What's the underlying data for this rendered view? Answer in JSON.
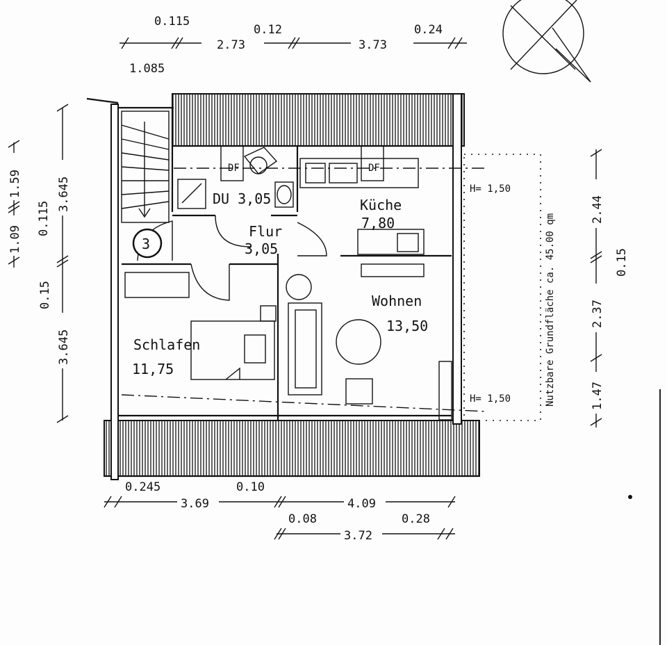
{
  "plan": {
    "top_dims": {
      "a": "0.115",
      "b": "0.12",
      "c": "0.24",
      "d": "2.73",
      "e": "3.73",
      "f": "1.085"
    },
    "left_dims": {
      "a": "1.09",
      "b": "1.59",
      "c": "0.115",
      "d": "3.645",
      "e": "0.15",
      "f": "3.645"
    },
    "right_dims": {
      "a": "2.44",
      "b": "0.15",
      "c": "2.37",
      "d": "1.47"
    },
    "bottom_dims": {
      "a": "0.245",
      "b": "0.10",
      "c": "3.69",
      "d": "4.09",
      "e": "0.08",
      "f": "0.28",
      "g": "3.72"
    },
    "rooms": {
      "du": "DU 3,05",
      "kueche_name": "Küche",
      "kueche_area": "7,80",
      "flur_name": "Flur",
      "flur_area": "3,05",
      "wohnen_name": "Wohnen",
      "wohnen_area": "13,50",
      "schlafen_name": "Schlafen",
      "schlafen_area": "11,75"
    },
    "labels": {
      "df1": "DF",
      "df2": "DF",
      "stair_number": "3",
      "height_top": "H= 1,50",
      "height_bottom": "H= 1,50",
      "usable_area": "Nutzbare Grundfläche ca. 45.00 qm"
    }
  }
}
